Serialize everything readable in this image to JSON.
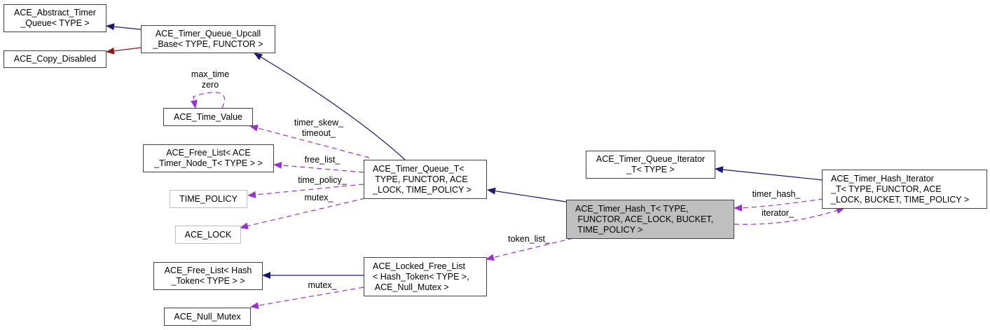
{
  "diagram": {
    "title": "Collaboration graph of ACE_Timer_Hash_T< TYPE, FUNCTOR, ACE_LOCK, BUCKET, TIME_POLICY >",
    "colors": {
      "inheritance": "#191970",
      "private_inheritance": "#8b1a1a",
      "usage": "#9a32cd",
      "node_border": "#404040",
      "external_border": "#bfbfbf",
      "focus_fill": "#bfbfbf"
    },
    "nodes": {
      "abstract_timer_queue": "ACE_Abstract_Timer\n_Queue< TYPE >",
      "copy_disabled": "ACE_Copy_Disabled",
      "upcall_base": "ACE_Timer_Queue_Upcall\n_Base< TYPE, FUNCTOR >",
      "time_value": "ACE_Time_Value",
      "free_list_timer_node": "ACE_Free_List< ACE\n_Timer_Node_T< TYPE > >",
      "time_policy": "TIME_POLICY",
      "ace_lock": "ACE_LOCK",
      "timer_queue_t": "ACE_Timer_Queue_T<\n TYPE, FUNCTOR, ACE\n_LOCK, TIME_POLICY >",
      "free_list_hash_token": "ACE_Free_List< Hash\n_Token< TYPE > >",
      "null_mutex": "ACE_Null_Mutex",
      "locked_free_list": "ACE_Locked_Free_List\n< Hash_Token< TYPE >,\n ACE_Null_Mutex >",
      "timer_queue_iterator": "ACE_Timer_Queue_Iterator\n_T< TYPE >",
      "timer_hash_t": "ACE_Timer_Hash_T< TYPE,\n FUNCTOR, ACE_LOCK, BUCKET,\n TIME_POLICY >",
      "timer_hash_iterator": "ACE_Timer_Hash_Iterator\n_T< TYPE, FUNCTOR, ACE\n_LOCK, BUCKET, TIME_POLICY >"
    },
    "edge_labels": {
      "time_value_self": "max_time\nzero",
      "timer_skew": "timer_skew_\ntimeout_",
      "free_list": "free_list_",
      "time_policy": "time_policy_",
      "mutex_lock": "mutex_",
      "mutex_null": "mutex_",
      "token_list": "token_list_",
      "timer_hash": "timer_hash_",
      "iterator": "iterator_"
    }
  }
}
